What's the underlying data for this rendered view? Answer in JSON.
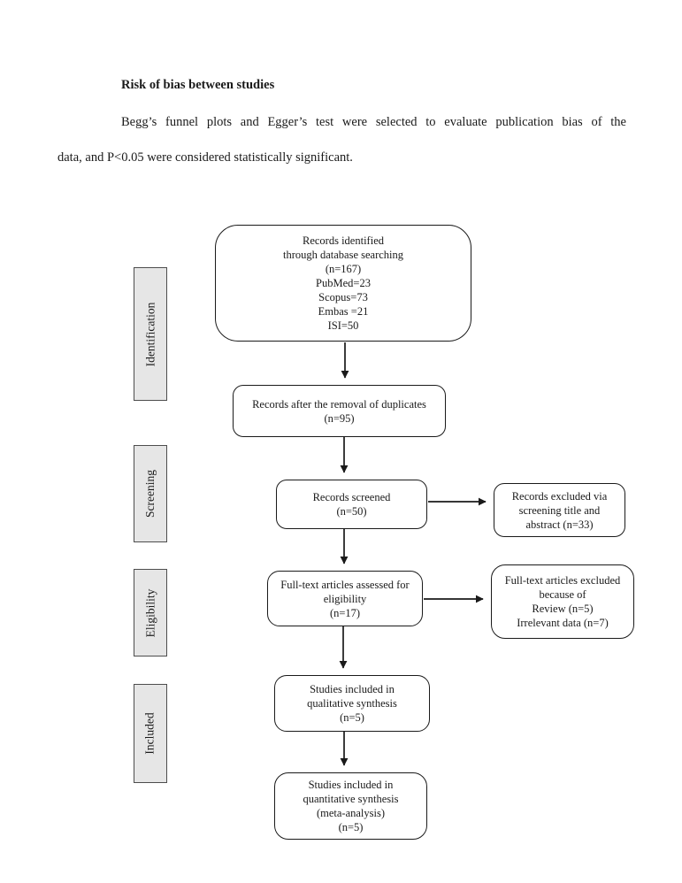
{
  "document": {
    "heading": "Risk of bias between studies",
    "paragraph": {
      "line1": "Begg’s funnel plots and Egger’s test were selected to evaluate publication bias of the",
      "line2": "data, and P<0.05 were considered statistically significant."
    }
  },
  "diagram": {
    "stages": [
      {
        "label": "Identification"
      },
      {
        "label": "Screening"
      },
      {
        "label": "Eligibility"
      },
      {
        "label": "Included"
      }
    ],
    "boxes": {
      "identified": {
        "text": "Records identified\nthrough database searching\n(n=167)\nPubMed=23\nScopus=73\nEmbas =21\nISI=50"
      },
      "duplicates_removed": {
        "text": "Records after the removal of duplicates\n(n=95)"
      },
      "screened": {
        "text": "Records screened\n(n=50)"
      },
      "excluded_screening": {
        "text": "Records excluded via\nscreening title and\nabstract (n=33)"
      },
      "fulltext_assessed": {
        "text": "Full-text articles assessed for\neligibility\n(n=17)"
      },
      "fulltext_excluded": {
        "text": "Full-text articles excluded\nbecause of\nReview (n=5)\nIrrelevant data (n=7)"
      },
      "qualitative": {
        "text": "Studies included in\nqualitative synthesis\n(n=5)"
      },
      "quantitative": {
        "text": "Studies included in\nquantitative synthesis\n(meta-analysis)\n(n=5)"
      }
    },
    "colors": {
      "box_border": "#1a1a1a",
      "stage_fill": "#e6e6e6",
      "stage_border": "#4d4d4d",
      "arrow": "#1a1a1a"
    }
  }
}
